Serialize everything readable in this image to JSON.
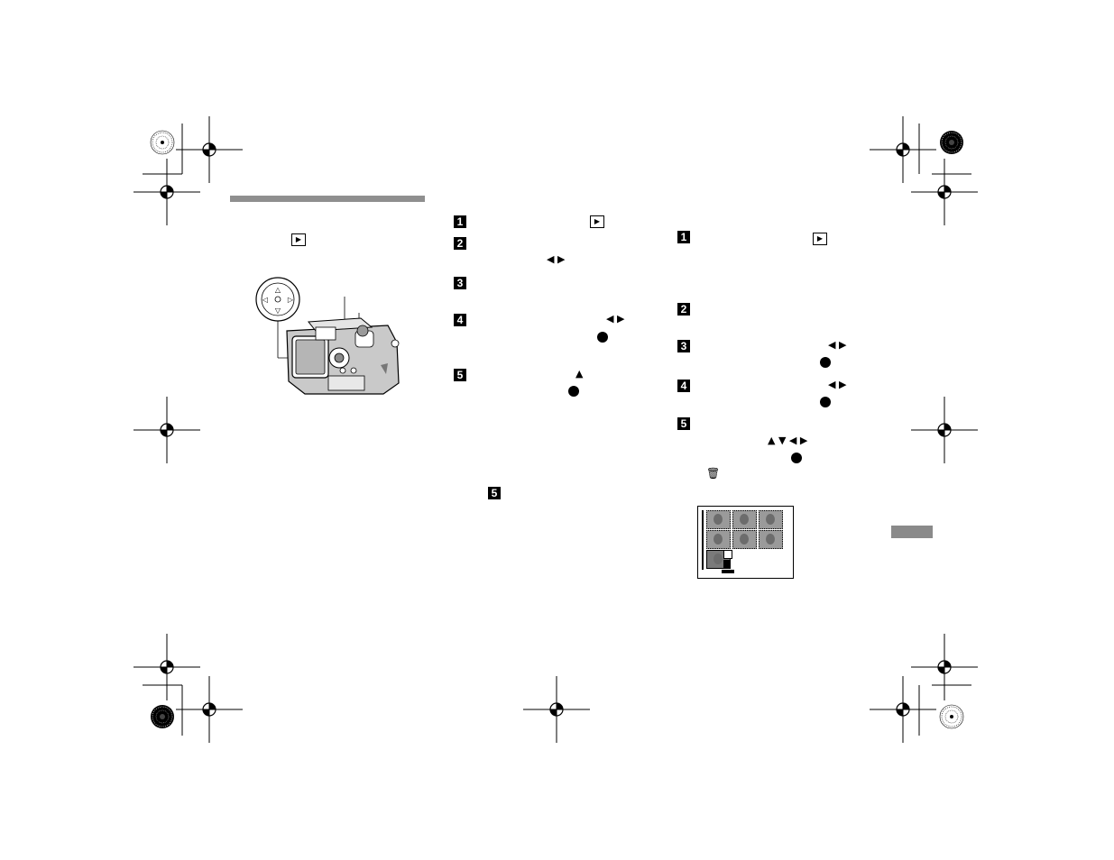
{
  "page": {
    "background": "#ffffff",
    "accent_gray": "#8f8f8f"
  },
  "icons": {
    "play": "play-button-icon",
    "left_right": "left-right-arrow-icons",
    "up": "up-arrow-icon",
    "all_arrows": "four-way-arrow-icons",
    "select": "center-select-button-icon",
    "trash": "trash-icon",
    "registration": "registration-mark-icon"
  },
  "glyphs": {
    "play": "▶",
    "left_right": "◀ ▶",
    "up": "▲",
    "all_arrows": "▲ ▼ ◀ ▶",
    "trash": "🗑"
  },
  "left_steps": [
    {
      "number": "1"
    },
    {
      "number": "2"
    },
    {
      "number": "3"
    },
    {
      "number": "4"
    },
    {
      "number": "5"
    }
  ],
  "right_steps": [
    {
      "number": "1"
    },
    {
      "number": "2"
    },
    {
      "number": "3"
    },
    {
      "number": "4"
    },
    {
      "number": "5"
    }
  ],
  "note_step": {
    "number": "5"
  }
}
